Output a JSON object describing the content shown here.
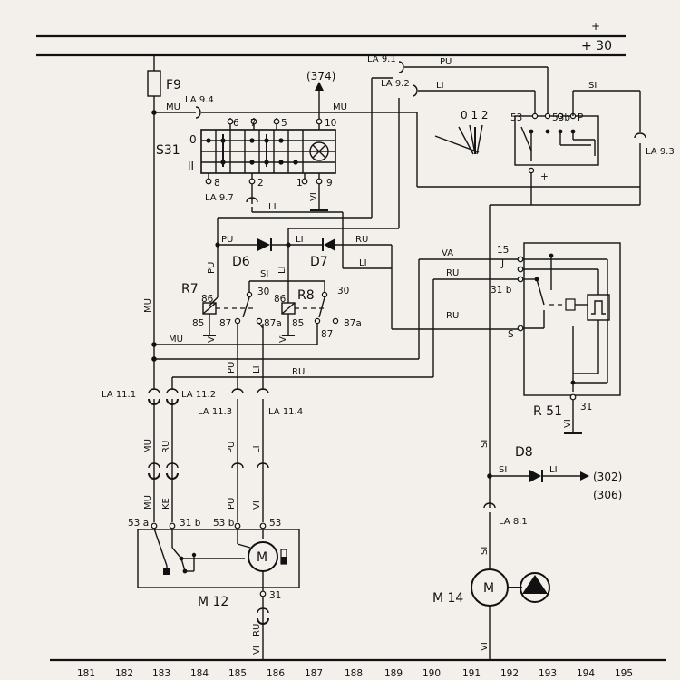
{
  "rails": {
    "top": "+",
    "top2": "+ 30"
  },
  "components": {
    "fuse": "F9",
    "switch": "S31",
    "relay1": "R7",
    "relay2": "R8",
    "diode1": "D6",
    "diode2": "D7",
    "diode3": "D8",
    "wiper_relay": "R 51",
    "motor1": "M 12",
    "motor2": "M 14",
    "switch_pos_0": "0",
    "switch_pos_2": "II",
    "lamp_ref": "(374)",
    "ref1": "(302)",
    "ref2": "(306)",
    "wiper_scale": "0 1 2",
    "motor_symbol": "M"
  },
  "connectors": {
    "la94": "LA 9.4",
    "la91": "LA 9.1",
    "la92": "LA 9.2",
    "la93": "LA 9.3",
    "la97": "LA 9.7",
    "la111": "LA 11.1",
    "la112": "LA 11.2",
    "la113": "LA 11.3",
    "la114": "LA 11.4",
    "la81": "LA 8.1"
  },
  "wire_colors": {
    "mu": "MU",
    "pu": "PU",
    "li": "LI",
    "si": "SI",
    "vi": "VI",
    "ru": "RU",
    "va": "VA",
    "ke": "KE"
  },
  "terminals": {
    "t6": "6",
    "t7": "7",
    "t5": "5",
    "t10": "10",
    "t8": "8",
    "t2": "2",
    "t1": "1",
    "t9": "9",
    "t53": "53",
    "t53b": "53b",
    "tP": "P",
    "tplus": "+",
    "t15": "15",
    "tJ": "J",
    "t31b": "31 b",
    "tS": "S",
    "t31": "31",
    "t86": "86",
    "t85": "85",
    "t87": "87",
    "t87a": "87a",
    "t30": "30",
    "t53a": "53 a",
    "t31bm": "31 b",
    "t53bm": "53 b",
    "t53m": "53",
    "t31m": "31"
  },
  "grid_numbers": [
    "181",
    "182",
    "183",
    "184",
    "185",
    "186",
    "187",
    "188",
    "189",
    "190",
    "191",
    "192",
    "193",
    "194",
    "195"
  ]
}
